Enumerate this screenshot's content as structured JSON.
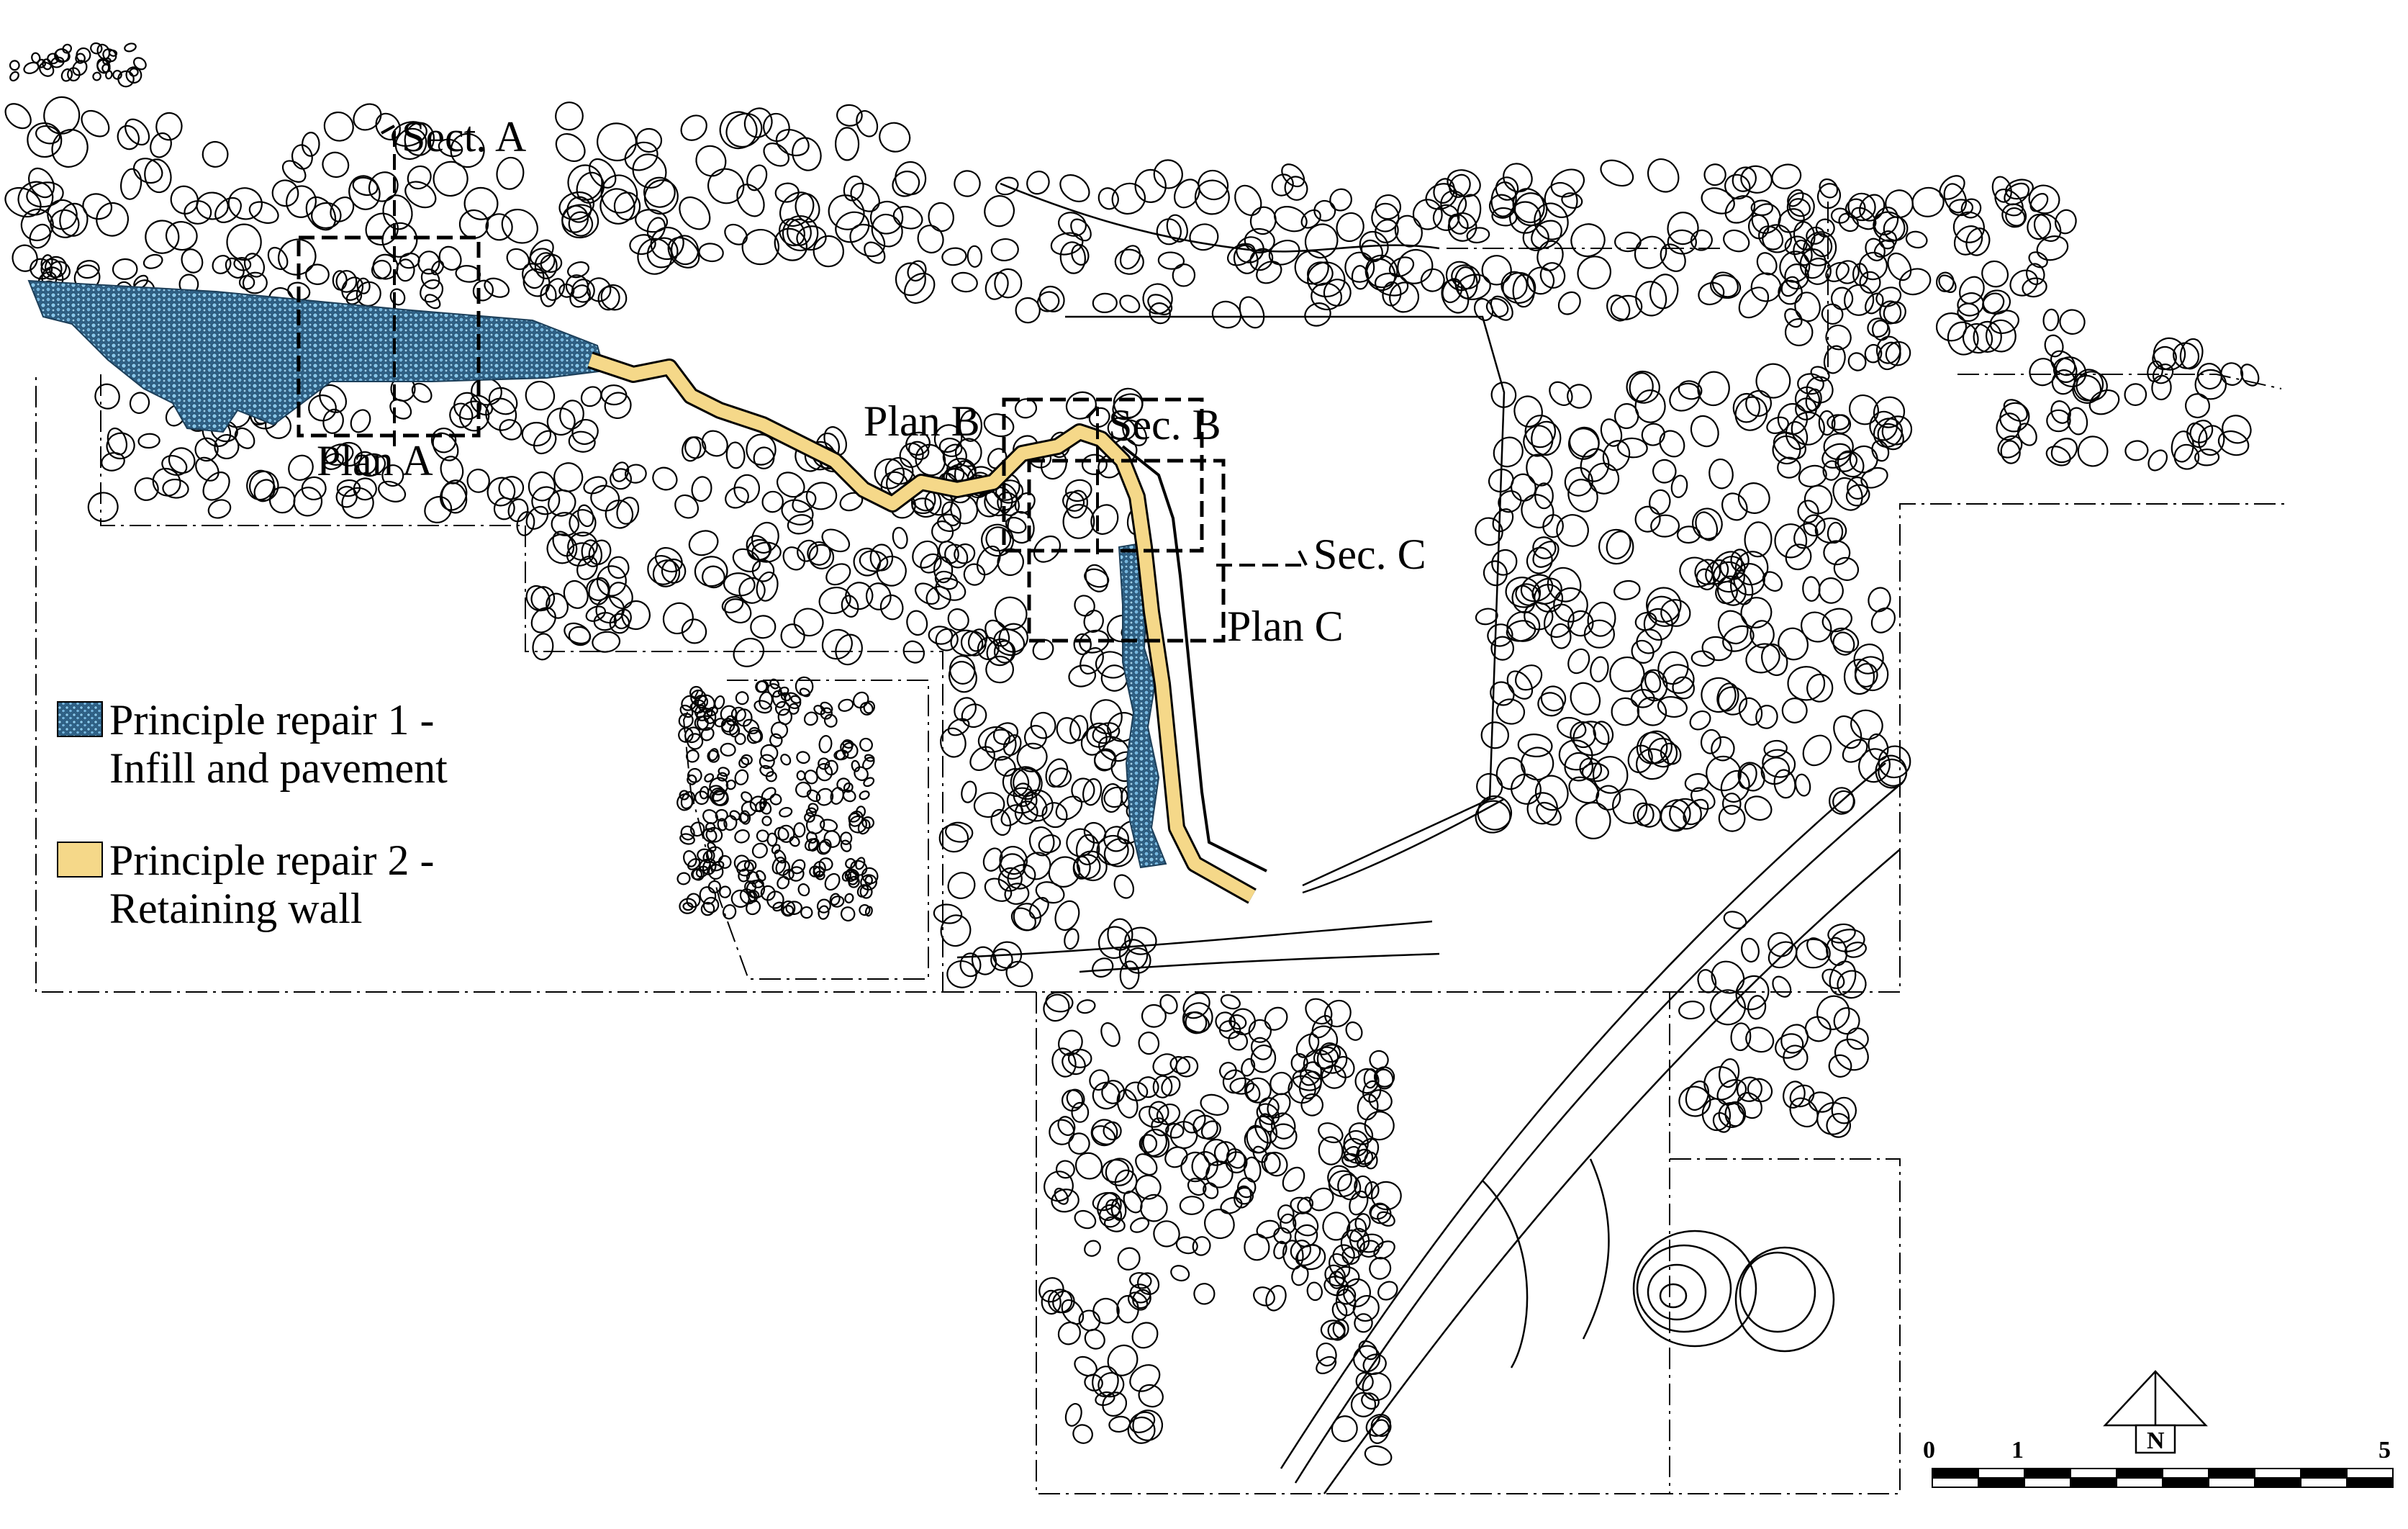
{
  "labels": {
    "sect_a": "Sect. A",
    "plan_a": "Plan A",
    "plan_b": "Plan B",
    "sec_b": "Sec. B",
    "sec_c": "Sec. C",
    "plan_c": "Plan C"
  },
  "legend": {
    "item1_line1": "Principle repair 1 -",
    "item1_line2": "Infill and pavement",
    "item2_line1": "Principle repair 2 -",
    "item2_line2": "Retaining wall"
  },
  "north": {
    "letter": "N"
  },
  "scale": {
    "tick_0": "0",
    "tick_1": "1",
    "tick_5": "5"
  },
  "colors": {
    "repair1_fill": "#3a6f95",
    "repair1_stone": "#7fc0e6",
    "repair2_fill": "#f5d889",
    "stone_line": "#000000"
  }
}
